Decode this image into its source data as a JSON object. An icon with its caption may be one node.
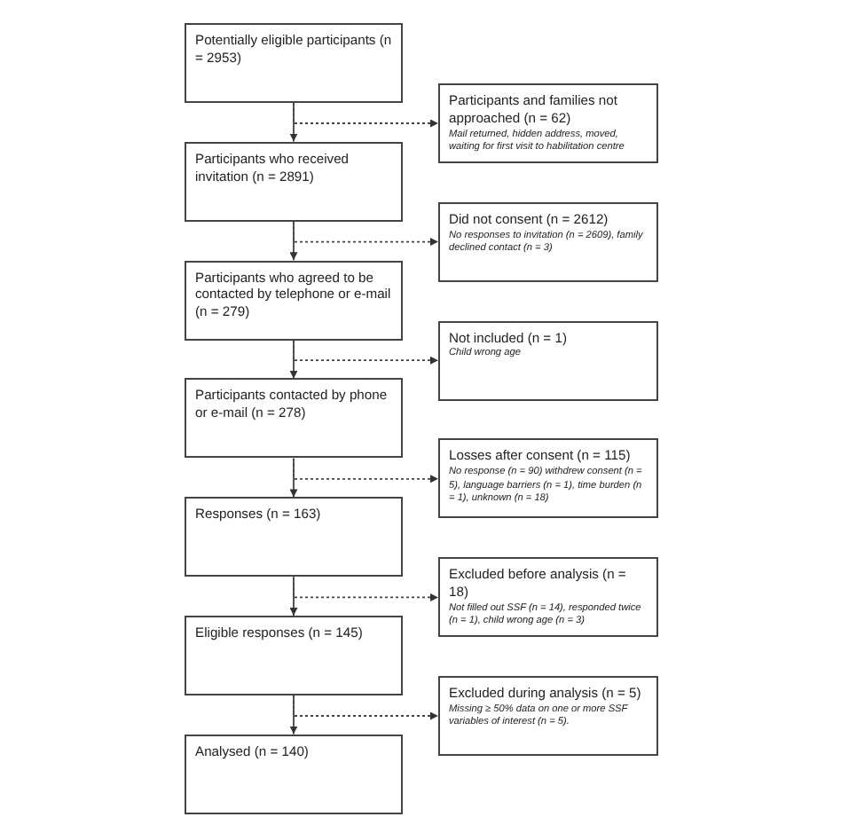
{
  "diagram": {
    "nodes": [
      {
        "text": [
          "Potentially eligible participants (n = 2953)"
        ]
      },
      {
        "text": [
          "Participants and families not approached (n = 62)",
          "Mail returned, hidden address, moved, waiting for first visit to habilitation centre"
        ]
      },
      {
        "text": [
          "Participants who received invitation (n = 2891)"
        ]
      },
      {
        "text": [
          "Did not consent (n = 2612)",
          "No responses to invitation (n = 2609), family declined contact (n = 3)"
        ]
      },
      {
        "text": [
          "Participants who agreed to be contacted by telephone or e-mail (n = 279)"
        ]
      },
      {
        "text": [
          "Not included (n = 1)",
          "Child wrong age"
        ]
      },
      {
        "text": [
          "Participants contacted by phone or e-mail (n = 278)"
        ]
      },
      {
        "text": [
          "Losses after consent (n = 115)",
          "No response (n = 90) withdrew consent (n = 5), language barriers (n = 1), time burden (n = 1), unknown (n = 18)"
        ]
      },
      {
        "text": [
          "Responses (n = 163)"
        ]
      },
      {
        "text": [
          "Excluded before analysis (n = 18)",
          "Not filled out SSF (n = 14), responded twice (n = 1), child wrong age (n = 3)"
        ]
      },
      {
        "text": [
          "Eligible responses (n = 145)"
        ]
      },
      {
        "text": [
          "Excluded during analysis (n = 5)",
          "Missing ≥ 50% data on one or more SSF variables of interest (n = 5)."
        ]
      },
      {
        "text": [
          "Analysed (n = 140)"
        ]
      }
    ],
    "edges": [
      {
        "from": 0,
        "to": 2,
        "arrow": "to"
      },
      {
        "from": 0,
        "to": 1,
        "arrow": "to",
        "style": "dashed"
      },
      {
        "from": 2,
        "to": 4,
        "arrow": "to"
      },
      {
        "from": 2,
        "to": 3,
        "arrow": "to",
        "style": "dashed"
      },
      {
        "from": 4,
        "to": 6,
        "arrow": "to"
      },
      {
        "from": 4,
        "to": 5,
        "arrow": "to",
        "style": "dashed"
      },
      {
        "from": 6,
        "to": 8,
        "arrow": "to"
      },
      {
        "from": 6,
        "to": 7,
        "arrow": "to",
        "style": "dashed"
      },
      {
        "from": 8,
        "to": 10,
        "arrow": "to"
      },
      {
        "from": 8,
        "to": 9,
        "arrow": "to",
        "style": "dashed"
      },
      {
        "from": 10,
        "to": 12,
        "arrow": "to"
      },
      {
        "from": 10,
        "to": 11,
        "arrow": "to",
        "style": "dashed"
      }
    ]
  }
}
